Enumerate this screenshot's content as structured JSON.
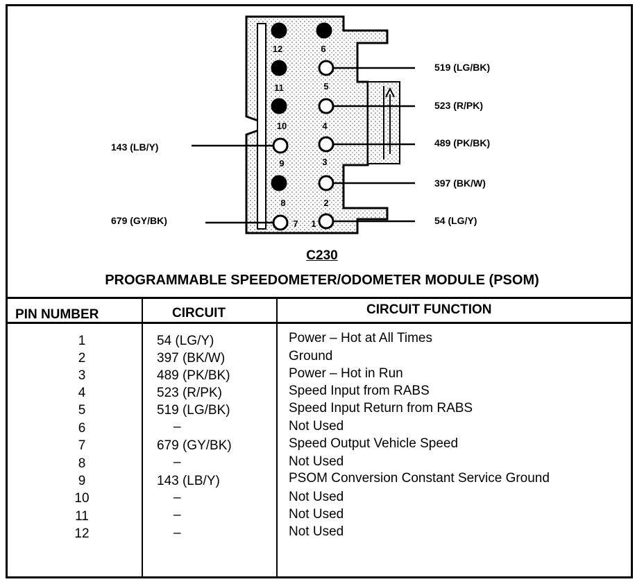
{
  "connector": {
    "id": "C230",
    "module_title": "PROGRAMMABLE SPEEDOMETER/ODOMETER MODULE (PSOM)",
    "pins": [
      {
        "num": "1",
        "used": true
      },
      {
        "num": "2",
        "used": true
      },
      {
        "num": "3",
        "used": true
      },
      {
        "num": "4",
        "used": true
      },
      {
        "num": "5",
        "used": true
      },
      {
        "num": "6",
        "used": false
      },
      {
        "num": "7",
        "used": true
      },
      {
        "num": "8",
        "used": false
      },
      {
        "num": "9",
        "used": true
      },
      {
        "num": "10",
        "used": false
      },
      {
        "num": "11",
        "used": false
      },
      {
        "num": "12",
        "used": false
      }
    ],
    "wire_labels": {
      "pin5": "519 (LG/BK)",
      "pin4": "523 (R/PK)",
      "pin3": "489 (PK/BK)",
      "pin2": "397 (BK/W)",
      "pin1": "54 (LG/Y)",
      "pin9": "143 (LB/Y)",
      "pin7": "679 (GY/BK)"
    }
  },
  "table": {
    "headers": {
      "pin": "PIN NUMBER",
      "circuit": "CIRCUIT",
      "function": "CIRCUIT FUNCTION"
    },
    "rows": [
      {
        "pin": "1",
        "circuit": "54 (LG/Y)",
        "function": "Power – Hot at All Times"
      },
      {
        "pin": "2",
        "circuit": "397 (BK/W)",
        "function": "Ground"
      },
      {
        "pin": "3",
        "circuit": "489 (PK/BK)",
        "function": "Power – Hot in Run"
      },
      {
        "pin": "4",
        "circuit": "523 (R/PK)",
        "function": "Speed Input from RABS"
      },
      {
        "pin": "5",
        "circuit": "519 (LG/BK)",
        "function": "Speed Input Return from RABS"
      },
      {
        "pin": "6",
        "circuit": "–",
        "function": "Not Used"
      },
      {
        "pin": "7",
        "circuit": "679 (GY/BK)",
        "function": "Speed Output Vehicle Speed"
      },
      {
        "pin": "8",
        "circuit": "–",
        "function": "Not Used"
      },
      {
        "pin": "9",
        "circuit": "143 (LB/Y)",
        "function": "PSOM Conversion Constant Service Ground"
      },
      {
        "pin": "10",
        "circuit": "–",
        "function": "Not Used"
      },
      {
        "pin": "11",
        "circuit": "–",
        "function": "Not Used"
      },
      {
        "pin": "12",
        "circuit": "–",
        "function": "Not Used"
      }
    ]
  }
}
